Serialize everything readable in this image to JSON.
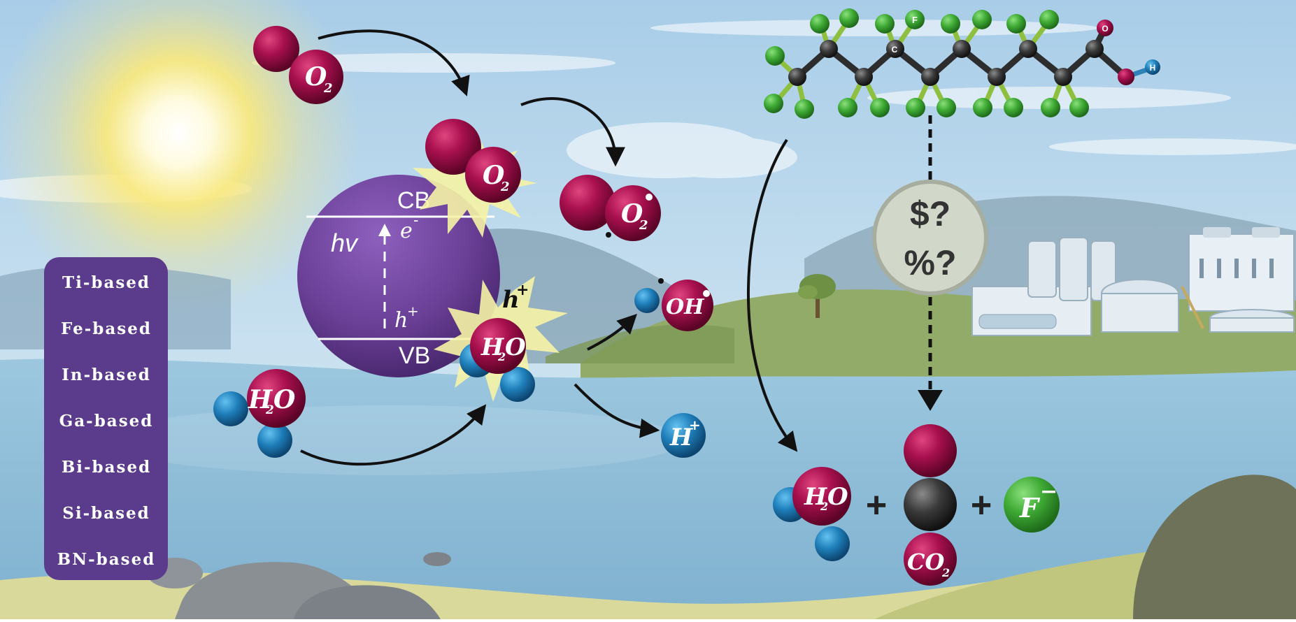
{
  "catalyst_types": [
    "Ti-based",
    "Fe-based",
    "In-based",
    "Ga-based",
    "Bi-based",
    "Si-based",
    "BN-based"
  ],
  "band": {
    "cb": "CB",
    "vb": "VB",
    "hv": "hv",
    "electron": "e",
    "electron_sup": "-",
    "hole": "h",
    "hole_sup": "+"
  },
  "molecules": {
    "o2_main": "O",
    "o2_sub": "2",
    "o2_radical_main": "O",
    "o2_radical_sub": "2",
    "h2o_main": "O",
    "h2o_h": "H",
    "h2o_sub": "2",
    "oh_radical": "OH",
    "proton_main": "H",
    "proton_sup": "+",
    "hole_main": "h",
    "hole_sup": "+",
    "co2_main": "CO",
    "co2_sub": "2",
    "fluoride_main": "F",
    "fluoride_sup": "−"
  },
  "operators": {
    "plus1": "+",
    "plus2": "+"
  },
  "question": {
    "cost": "$?",
    "efficiency": "%?"
  },
  "pfas_atoms": {
    "carbon": "C",
    "fluorine": "F",
    "oxygen": "O",
    "hydrogen": "H"
  },
  "colors": {
    "panel": "#5b3c8c",
    "particle": "#6a3f96",
    "oxygen_atom": "#a4104f",
    "hydrogen_atom": "#1f7fba",
    "fluorine_atom": "#3faa35",
    "carbon_atom": "#3a3a3a",
    "sky": "#b9d7ec",
    "water": "#8dbcd8",
    "hill": "#8ea866"
  }
}
